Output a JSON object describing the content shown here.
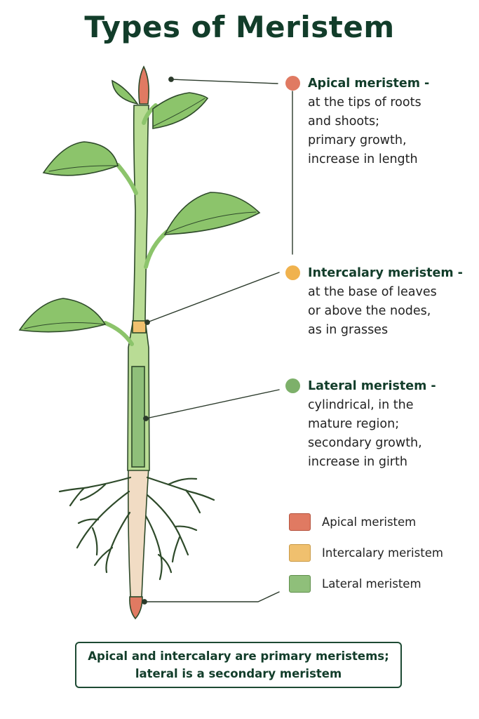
{
  "title": "Types of Meristem",
  "colors": {
    "apical": "#e07a62",
    "intercalary": "#f0c06e",
    "lateral": "#8fbf7a",
    "leaf": "#8cc46b",
    "stem": "#b9dc95",
    "root": "#f1dcc4",
    "outline": "#2e4a2a",
    "heading": "#123d2a"
  },
  "callouts": {
    "apical": {
      "heading": "Apical meristem -",
      "lines": [
        "at the tips of roots",
        "and shoots;",
        "primary growth,",
        "increase in length"
      ],
      "icon": "red-circle-marker"
    },
    "intercalary": {
      "heading": "Intercalary meristem -",
      "lines": [
        "at the base of leaves",
        "or above the nodes,",
        "as in grasses"
      ],
      "icon": "orange-circle-marker"
    },
    "lateral": {
      "heading": "Lateral meristem -",
      "lines": [
        "cylindrical, in the",
        "mature region;",
        "secondary growth,",
        "increase in girth"
      ],
      "icon": "green-circle-marker"
    }
  },
  "legend": [
    {
      "label": "Apical meristem",
      "color": "#e07a62",
      "border": "#b5533f"
    },
    {
      "label": "Intercalary meristem",
      "color": "#f0c06e",
      "border": "#c99a48"
    },
    {
      "label": "Lateral meristem",
      "color": "#8fbf7a",
      "border": "#5f8f4c"
    }
  ],
  "note": {
    "line1": "Apical and intercalary are primary meristems;",
    "line2": "lateral is a secondary meristem"
  }
}
